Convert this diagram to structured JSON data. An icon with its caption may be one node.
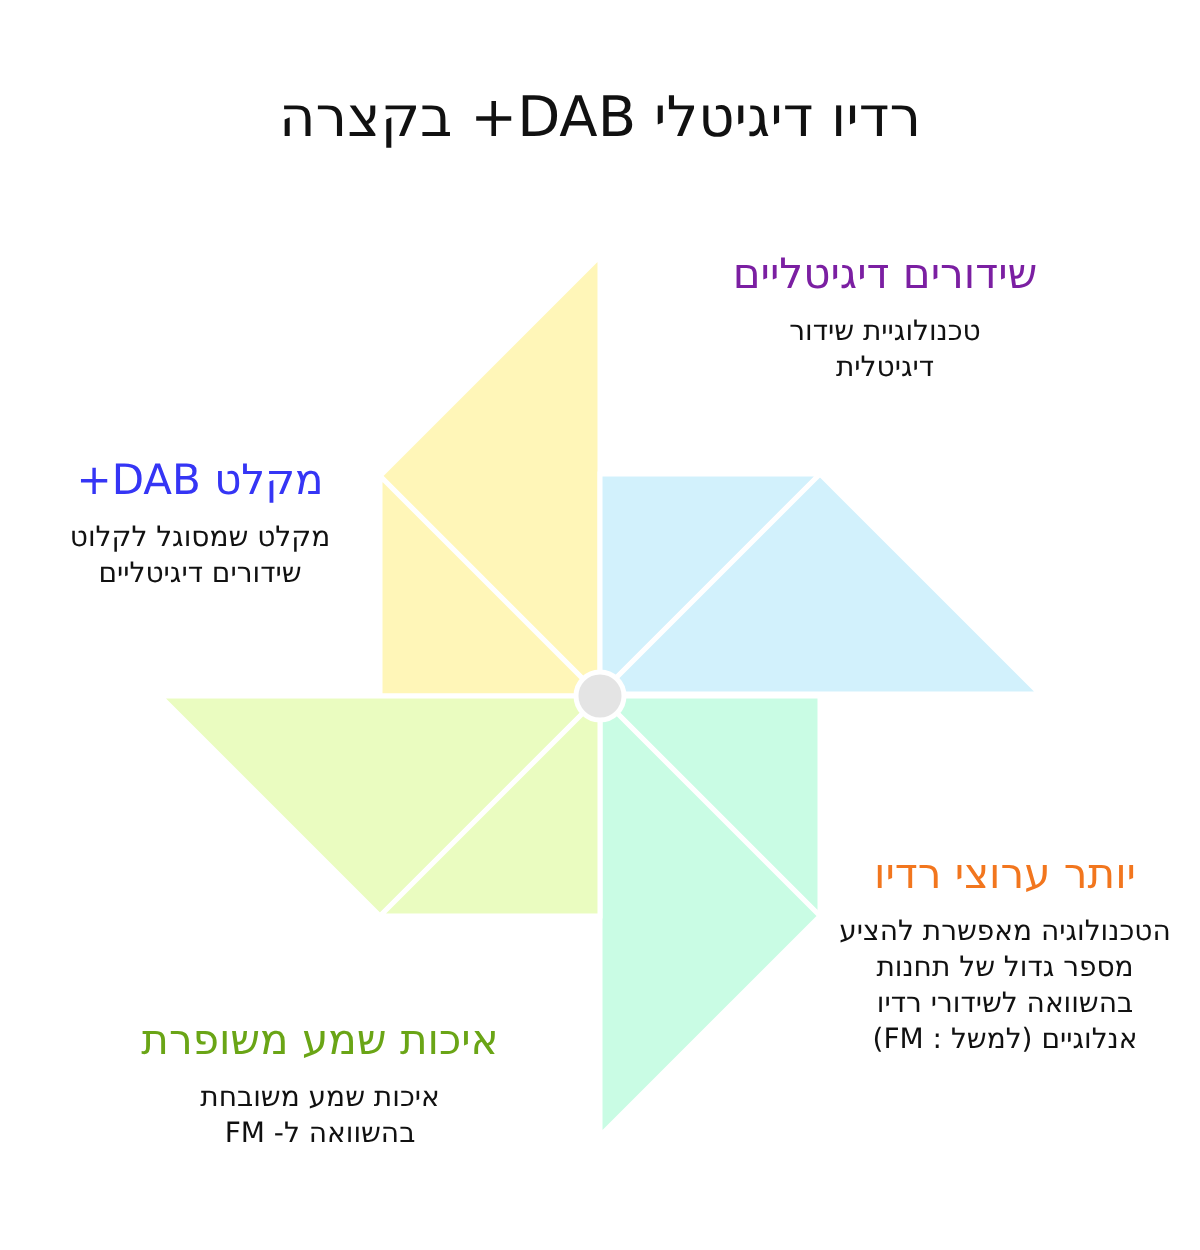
{
  "diagram": {
    "title": "רדיו דיגיטלי DAB+ בקצרה",
    "nodes": [
      {
        "text": [
          "שידורים דיגיטליים",
          "טכנולוגיית שידור דיגיטלית"
        ]
      },
      {
        "text": [
          "מקלט DAB+",
          "מקלט שמסוגל לקלוט שידורים דיגיטליים"
        ]
      },
      {
        "text": [
          "יותר ערוצי רדיו",
          "הטכנולוגיה מאפשרת להציע מספר גדול של תחנות בהשוואה לשידורי רדיו אנלוגיים (למשל : FM)"
        ]
      },
      {
        "text": [
          "איכות שמע משופרת",
          "איכות שמע משובחת בהשוואה ל- FM"
        ]
      }
    ]
  }
}
